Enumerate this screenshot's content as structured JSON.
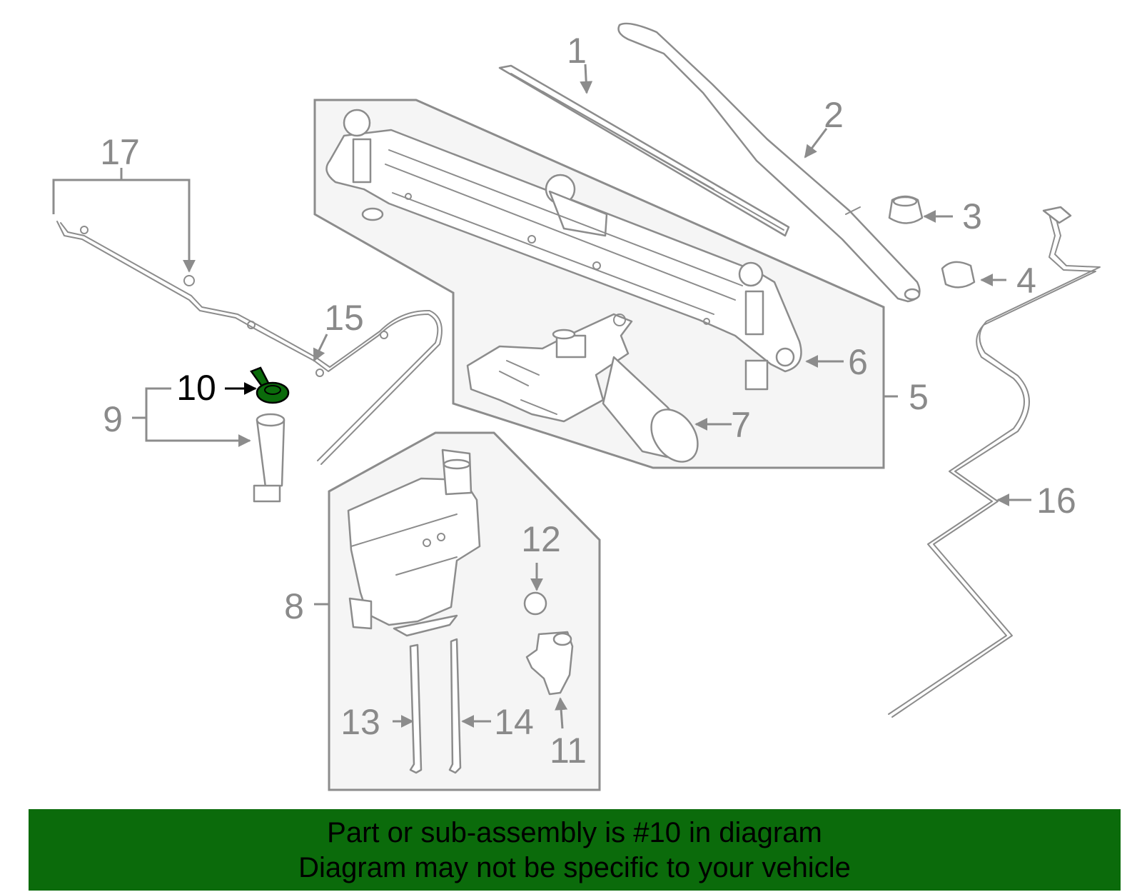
{
  "diagram": {
    "highlighted_part": "10",
    "highlight_color": "#0b6b0b",
    "callouts": [
      "1",
      "2",
      "3",
      "4",
      "5",
      "6",
      "7",
      "8",
      "9",
      "10",
      "11",
      "12",
      "13",
      "14",
      "15",
      "16",
      "17"
    ]
  },
  "banner": {
    "line1": "Part or sub-assembly is #10 in diagram",
    "line2": "Diagram may not be specific to your vehicle",
    "background": "#0b6b0b"
  }
}
